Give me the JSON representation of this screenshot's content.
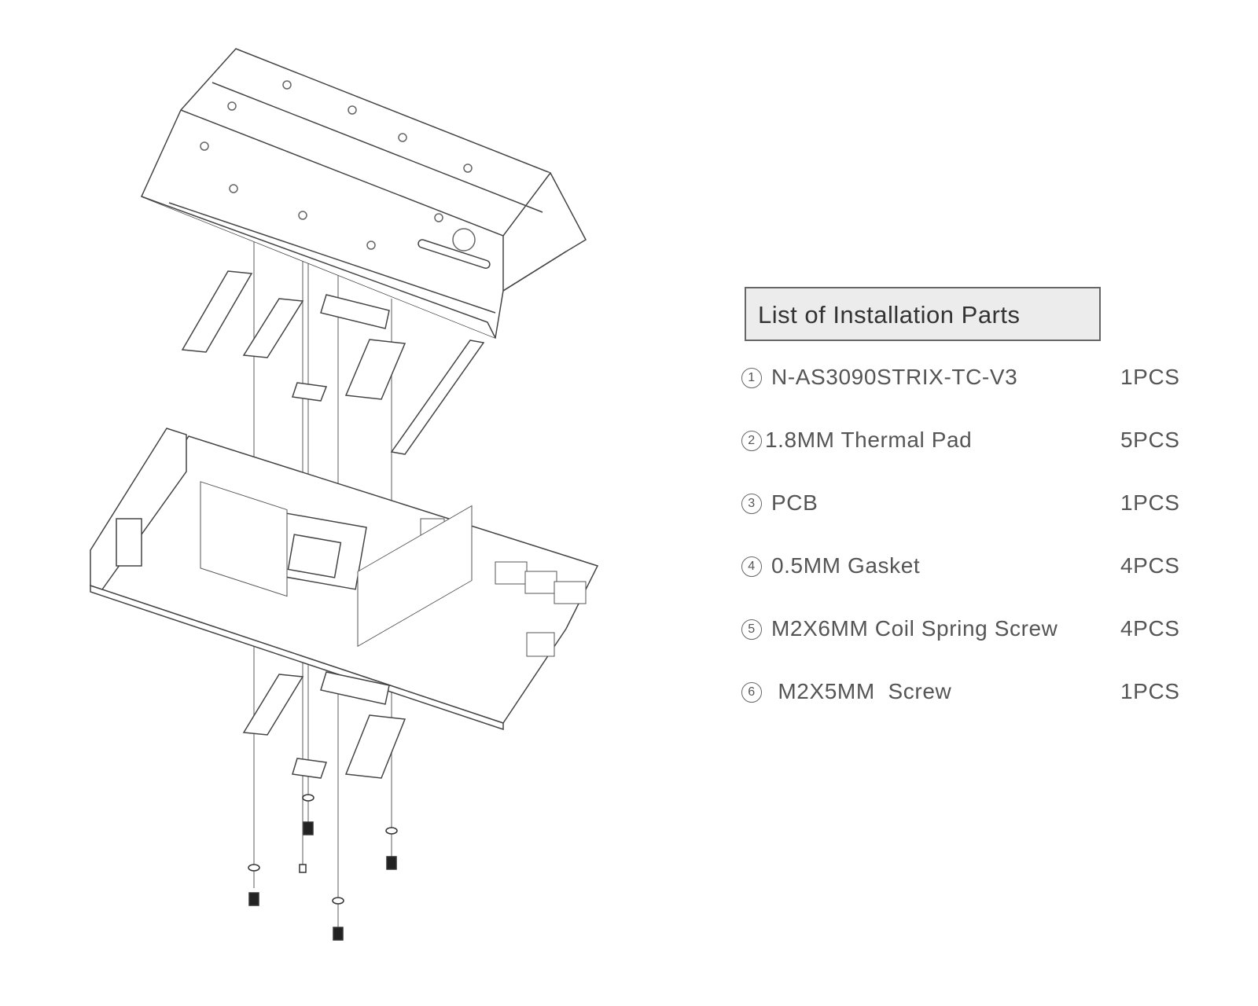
{
  "parts_list": {
    "title": "List of Installation Parts",
    "items": [
      {
        "num": "1",
        "label": "N-AS3090STRIX-TC-V3",
        "qty": "1PCS"
      },
      {
        "num": "2",
        "label": "1.8MM Thermal Pad",
        "qty": "5PCS"
      },
      {
        "num": "3",
        "label": "PCB",
        "qty": "1PCS"
      },
      {
        "num": "4",
        "label": "0.5MM Gasket",
        "qty": "4PCS"
      },
      {
        "num": "5",
        "label": "M2X6MM Coil Spring Screw",
        "qty": "4PCS"
      },
      {
        "num": "6",
        "label": " M2X5MM  Screw",
        "qty": "1PCS"
      }
    ]
  }
}
